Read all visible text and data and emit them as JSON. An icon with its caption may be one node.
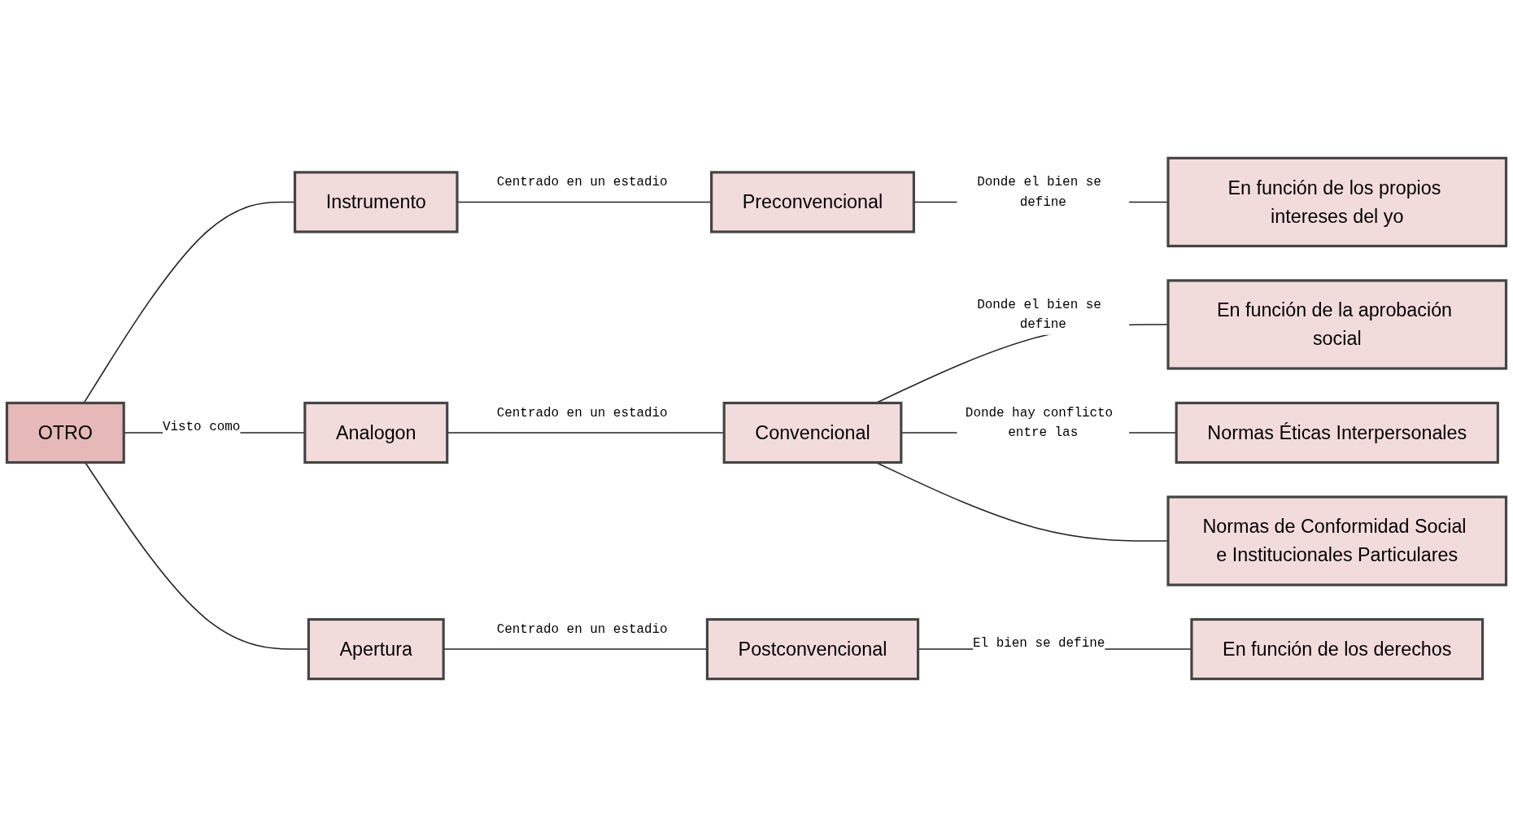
{
  "diagram": {
    "nodes": [
      {
        "text": [
          "OTRO"
        ]
      },
      {
        "text": [
          "Instrumento"
        ]
      },
      {
        "text": [
          "Preconvencional"
        ]
      },
      {
        "text": [
          "En función de los propios intereses del yo"
        ]
      },
      {
        "text": [
          "Analogon"
        ]
      },
      {
        "text": [
          "Convencional"
        ]
      },
      {
        "text": [
          "En función de la aprobación social"
        ]
      },
      {
        "text": [
          "Normas Éticas Interpersonales"
        ]
      },
      {
        "text": [
          "Normas de Conformidad Social e Institucionales Particulares"
        ]
      },
      {
        "text": [
          "Apertura"
        ]
      },
      {
        "text": [
          "Postconvencional"
        ]
      },
      {
        "text": [
          "En función de los derechos"
        ]
      }
    ],
    "edges": [
      {
        "from": 0,
        "to": 1,
        "arrow": "none"
      },
      {
        "from": 0,
        "to": 4,
        "arrow": "none",
        "label": "Visto como"
      },
      {
        "from": 0,
        "to": 9,
        "arrow": "none"
      },
      {
        "from": 1,
        "to": 2,
        "arrow": "none",
        "label": "Centrado en un estadio"
      },
      {
        "from": 2,
        "to": 3,
        "arrow": "none",
        "label": "Donde el bien se define"
      },
      {
        "from": 4,
        "to": 5,
        "arrow": "none",
        "label": "Centrado en un estadio"
      },
      {
        "from": 5,
        "to": 6,
        "arrow": "none",
        "label": "Donde el bien se define"
      },
      {
        "from": 5,
        "to": 7,
        "arrow": "none",
        "label": "Donde hay conflicto entre las"
      },
      {
        "from": 5,
        "to": 8,
        "arrow": "none"
      },
      {
        "from": 9,
        "to": 10,
        "arrow": "none",
        "label": "Centrado en un estadio"
      },
      {
        "from": 10,
        "to": 11,
        "arrow": "none",
        "label": "El bien se define"
      }
    ]
  }
}
